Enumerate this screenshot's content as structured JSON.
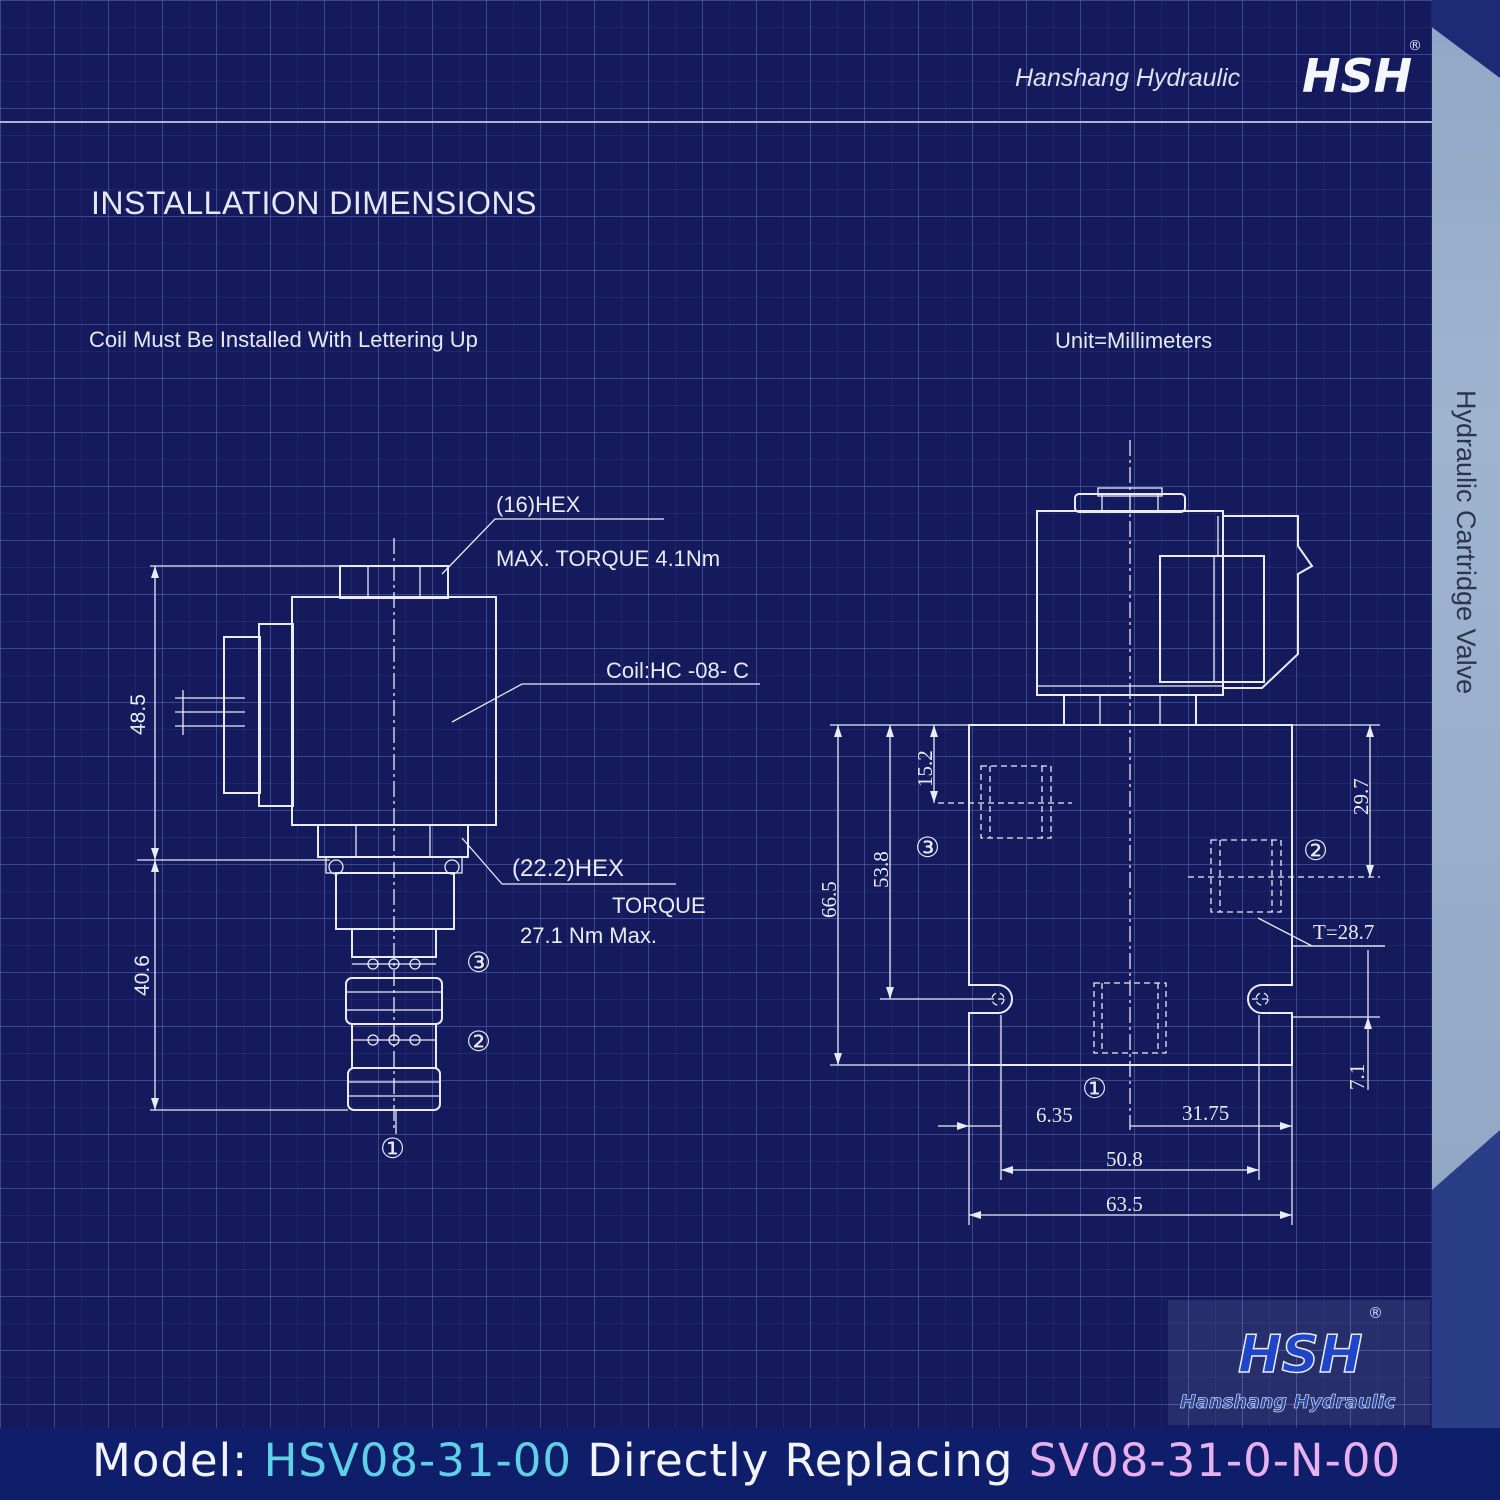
{
  "header": {
    "brand": "Hanshang Hydraulic",
    "logo_mark": "HSH",
    "registered": "®"
  },
  "section_title": "INSTALLATION DIMENSIONS",
  "notes": {
    "coil": "Coil Must Be Installed With Lettering Up",
    "unit": "Unit=Millimeters"
  },
  "side_title": "Hydraulic Cartridge Valve",
  "left_view": {
    "hex_top": "(16)HEX",
    "max_torque": "MAX. TORQUE 4.1Nm",
    "coil_label": "Coil:HC -08- C",
    "hex_bottom": "(22.2)HEX",
    "torque_label": "TORQUE",
    "torque_value": "27.1 Nm Max.",
    "dim_upper": "48.5",
    "dim_lower": "40.6",
    "ports": [
      "①",
      "②",
      "③"
    ]
  },
  "right_view": {
    "dim_15_2": "15.2",
    "dim_53_8": "53.8",
    "dim_66_5": "66.5",
    "dim_29_7": "29.7",
    "dim_t": "T=28.7",
    "dim_7_1": "7.1",
    "dim_6_35": "6.35",
    "dim_31_75": "31.75",
    "dim_50_8": "50.8",
    "dim_63_5": "63.5",
    "ports": [
      "①",
      "②",
      "③"
    ]
  },
  "bottom_logo": {
    "text": "Hanshang Hydraulic",
    "logo_mark": "HSH",
    "registered": "®"
  },
  "footer": {
    "model_prefix": "Model: ",
    "model": "HSV08-31-00",
    "middle": " Directly Replacing ",
    "replaced": "SV08-31-0-N-00"
  }
}
